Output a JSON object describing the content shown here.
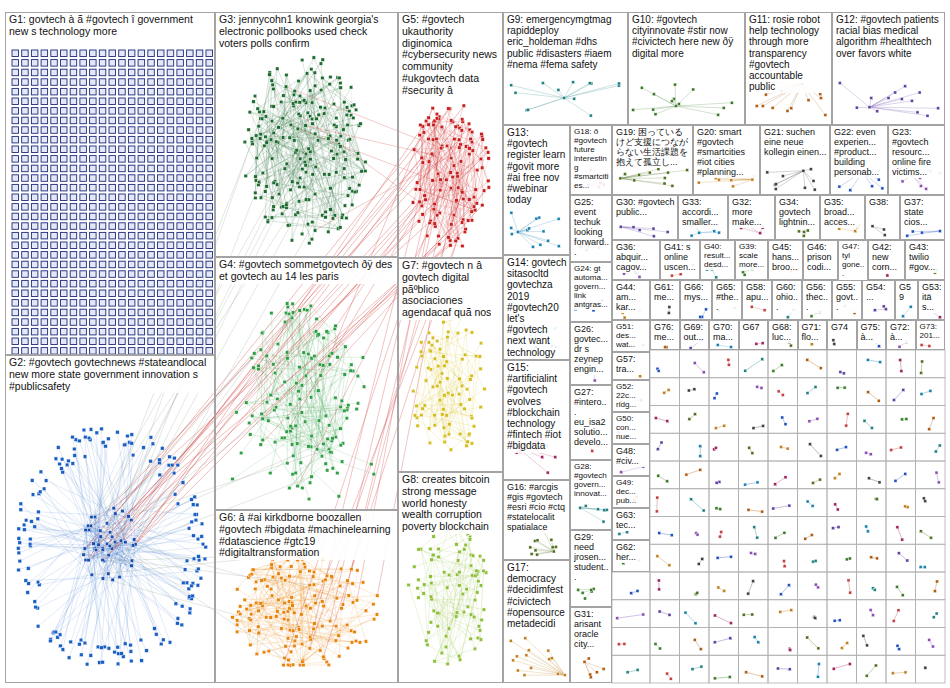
{
  "diagram": {
    "nodes": [
      {
        "text": [
          "G1: govtech à ã #govtech î government new s technology more"
        ]
      },
      {
        "text": [
          "G3: jennycohn1 knowink georgia's electronic pollbooks used check voters polls confirm"
        ]
      },
      {
        "text": [
          "G5: #govtech ukauthority diginomica #cybersecurity news community #ukgovtech data #security â"
        ]
      },
      {
        "text": [
          "G9: emergencymgtmag rapiddeploy eric_holdeman #dhs public #disasters #iaem #nema #fema safety"
        ]
      },
      {
        "text": [
          "G10: #govtech cityinnovate #stir now #civictech here new ðÿ digital more"
        ]
      },
      {
        "text": [
          "G11: rosie robot help technology through more transparency #govtech accountable public"
        ]
      },
      {
        "text": [
          "G12: #govtech patients racial bias medical algorithm #healthtech over favors white"
        ]
      },
      {
        "text": [
          "G13: #govtech register learn #govit more #ai free nov #webinar today"
        ]
      },
      {
        "text": [
          "G18: ð #govtech future interesting #smartcities..."
        ]
      },
      {
        "text": [
          "G19: 困っているけど支援につながらない生活課題を抱えて孤立し..."
        ]
      },
      {
        "text": [
          "G20: smart #govtech #smartcities #iot cities #planning..."
        ]
      },
      {
        "text": [
          "G21: suchen eine neue kollegin einen..."
        ]
      },
      {
        "text": [
          "G22: even experien... #product... building personab..."
        ]
      },
      {
        "text": [
          "G23: #govtech resourc... online fire victims..."
        ]
      },
      {
        "text": [
          "G2: #govtech govtechnews #stateandlocal new more state government innovation s #publicsafety"
        ]
      },
      {
        "text": [
          "G4: #govtech sommetgovtech ðÿ des et govtech au 14 les paris"
        ]
      },
      {
        "text": [
          "G6: â #ai kirkdborne boozallen #govtech #bigdata #machinelearning #datascience #gtc19 #digitaltransformation"
        ]
      },
      {
        "text": [
          "G7: #govtech n â govtech digital pãºblico asociaciones agendacaf quã nos"
        ]
      },
      {
        "text": [
          "G8: creates bitcoin strong message world honesty wealth corruption poverty blockchain"
        ]
      },
      {
        "text": [
          "G14: govtech sitasocltd govtechza 2019 #govtech20 let's #govtech next want technology"
        ]
      },
      {
        "text": [
          "G15: #artificialint #govtech evolves #blockchain technology #fintech #iot #bigdata"
        ]
      },
      {
        "text": [
          "G16: #arcgis #gis #govtech #esri #cio #ctq #statelocalit spatialace"
        ]
      },
      {
        "text": [
          "G17: democracy #decidimfest #civictech #opensource metadecidi"
        ]
      },
      {
        "text": [
          "G25: event techuk looking forward..."
        ]
      },
      {
        "text": [
          "G24: gt automa... govern... link antgras..."
        ]
      },
      {
        "text": [
          "G26: govtec... dr s zeynep engin..."
        ]
      },
      {
        "text": [
          "G27: #intero... eu_isa2 solutio... develo..."
        ]
      },
      {
        "text": [
          "G28: #govtech govern... innovat..."
        ]
      },
      {
        "text": [
          "G29: need jrosen... student..."
        ]
      },
      {
        "text": [
          "G31: arisant oracle city..."
        ]
      },
      {
        "text": [
          "G30: #govtech public..."
        ]
      },
      {
        "text": [
          "G33: accordi... smaller..."
        ]
      },
      {
        "text": [
          "G32: more make..."
        ]
      },
      {
        "text": [
          "G34: govtech lightnin..."
        ]
      },
      {
        "text": [
          "G35: broad... acces..."
        ]
      },
      {
        "text": [
          "G38:"
        ]
      },
      {
        "text": [
          "G37: state cios..."
        ]
      },
      {
        "text": [
          "G36: abquir... cagov..."
        ]
      },
      {
        "text": [
          "G41: s online uscen..."
        ]
      },
      {
        "text": [
          "G40: result... desd..."
        ]
      },
      {
        "text": [
          "G39: scale more..."
        ]
      },
      {
        "text": [
          "G45: hans... broo..."
        ]
      },
      {
        "text": [
          "G46: prison codi..."
        ]
      },
      {
        "text": [
          "G47: tyl gone..."
        ]
      },
      {
        "text": [
          "G42: new corn..."
        ]
      },
      {
        "text": [
          "G43: twilio #gov..."
        ]
      },
      {
        "text": [
          "G44: am... kar..."
        ]
      },
      {
        "text": [
          "G61: me..."
        ]
      },
      {
        "text": [
          "G66: mys..."
        ]
      },
      {
        "text": [
          "G65: #the..."
        ]
      },
      {
        "text": [
          "G58: apu..."
        ]
      },
      {
        "text": [
          "G60: ohio..."
        ]
      },
      {
        "text": [
          "G56: thec..."
        ]
      },
      {
        "text": [
          "G55: govt..."
        ]
      },
      {
        "text": [
          "G54: ..."
        ]
      },
      {
        "text": [
          "G59"
        ]
      },
      {
        "text": [
          "G53: itä s..."
        ]
      },
      {
        "text": [
          "G51: des... wat..."
        ]
      },
      {
        "text": [
          "G57: tra..."
        ]
      },
      {
        "text": [
          "G52: 22c... ridg..."
        ]
      },
      {
        "text": [
          "G50: con... nue..."
        ]
      },
      {
        "text": [
          "G48: #civ..."
        ]
      },
      {
        "text": [
          "G49: dec... pub..."
        ]
      },
      {
        "text": [
          "G63: tec..."
        ]
      },
      {
        "text": [
          "G62: her..."
        ]
      },
      {
        "text": [
          "G76: me..."
        ]
      },
      {
        "text": [
          "G69: out..."
        ]
      },
      {
        "text": [
          "G70: ma..."
        ]
      },
      {
        "text": [
          "G67"
        ]
      },
      {
        "text": [
          "G68: luc..."
        ]
      },
      {
        "text": [
          "G71: flo..."
        ]
      },
      {
        "text": [
          "G74"
        ]
      },
      {
        "text": [
          "G75: à..."
        ]
      },
      {
        "text": [
          "G72: à..."
        ]
      },
      {
        "text": [
          "G73: 201..."
        ]
      }
    ]
  }
}
